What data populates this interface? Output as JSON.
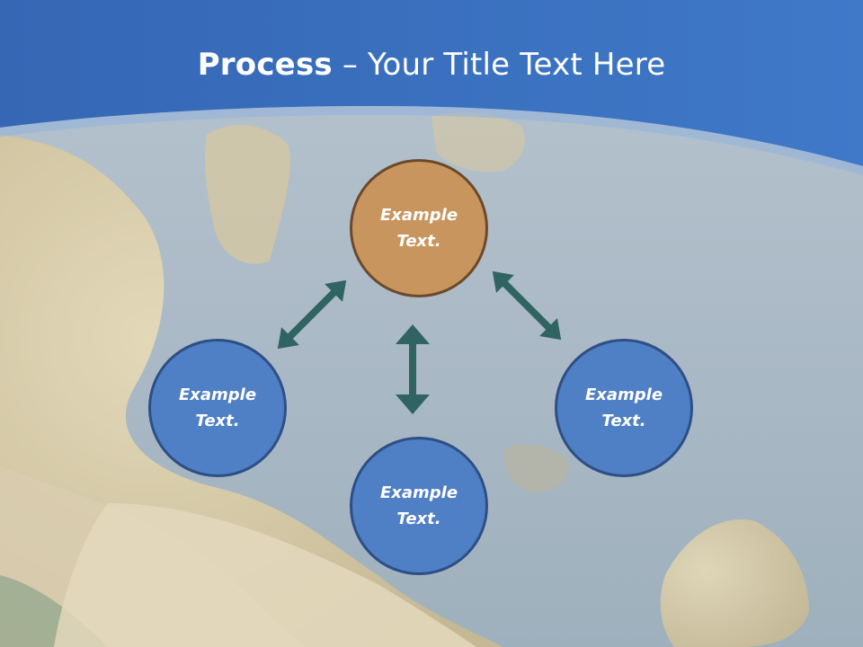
{
  "slide": {
    "title_bold": "Process",
    "title_rest": " – Your Title Text Here"
  },
  "nodes": {
    "top": "Example Text.",
    "left": "Example Text.",
    "bottom": "Example Text.",
    "right": "Example Text."
  },
  "colors": {
    "header_blue": "#3a6fc0",
    "center_node": "#c9955e",
    "outer_node": "#4f7fc4",
    "arrow": "#2f6461"
  }
}
